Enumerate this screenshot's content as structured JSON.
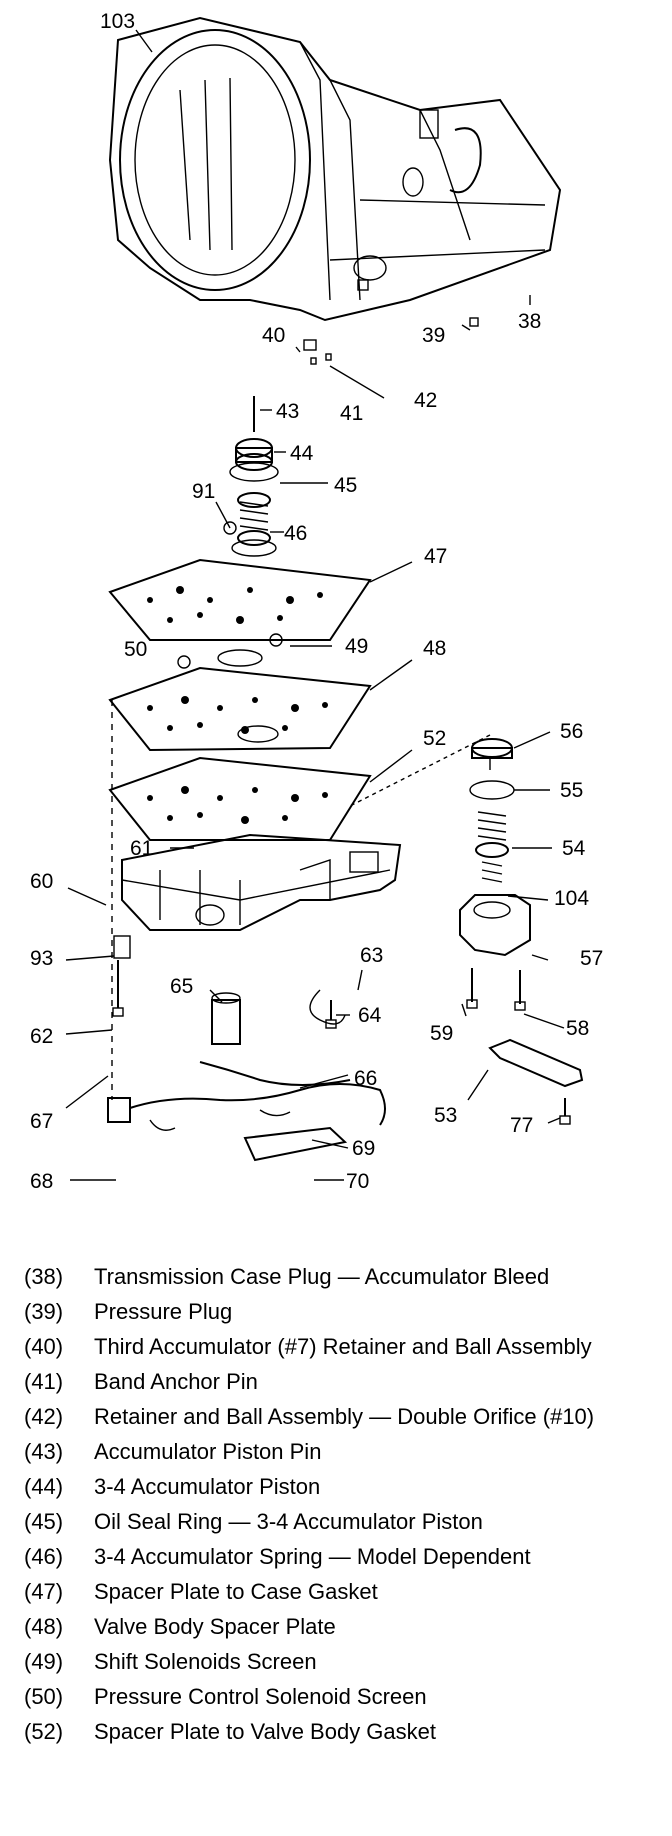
{
  "callouts": [
    "103",
    "38",
    "39",
    "40",
    "41",
    "42",
    "43",
    "44",
    "45",
    "91",
    "46",
    "47",
    "50",
    "49",
    "48",
    "52",
    "56",
    "55",
    "61",
    "54",
    "60",
    "104",
    "93",
    "57",
    "63",
    "65",
    "64",
    "62",
    "59",
    "58",
    "66",
    "53",
    "67",
    "77",
    "69",
    "68",
    "70"
  ],
  "legend": [
    {
      "num": "(38)",
      "text": "Transmission Case Plug — Accumulator Bleed"
    },
    {
      "num": "(39)",
      "text": "Pressure Plug"
    },
    {
      "num": "(40)",
      "text": "Third Accumulator (#7) Retainer and Ball Assembly"
    },
    {
      "num": "(41)",
      "text": "Band Anchor Pin"
    },
    {
      "num": "(42)",
      "text": "Retainer and Ball Assembly — Double Orifice (#10)"
    },
    {
      "num": "(43)",
      "text": "Accumulator Piston Pin"
    },
    {
      "num": "(44)",
      "text": "3-4 Accumulator Piston"
    },
    {
      "num": "(45)",
      "text": "Oil Seal Ring — 3-4 Accumulator Piston"
    },
    {
      "num": "(46)",
      "text": "3-4 Accumulator Spring — Model Dependent"
    },
    {
      "num": "(47)",
      "text": "Spacer Plate to Case Gasket"
    },
    {
      "num": "(48)",
      "text": "Valve Body Spacer Plate"
    },
    {
      "num": "(49)",
      "text": "Shift Solenoids Screen"
    },
    {
      "num": "(50)",
      "text": "Pressure Control Solenoid Screen"
    },
    {
      "num": "(52)",
      "text": "Spacer Plate to Valve Body Gasket"
    }
  ]
}
